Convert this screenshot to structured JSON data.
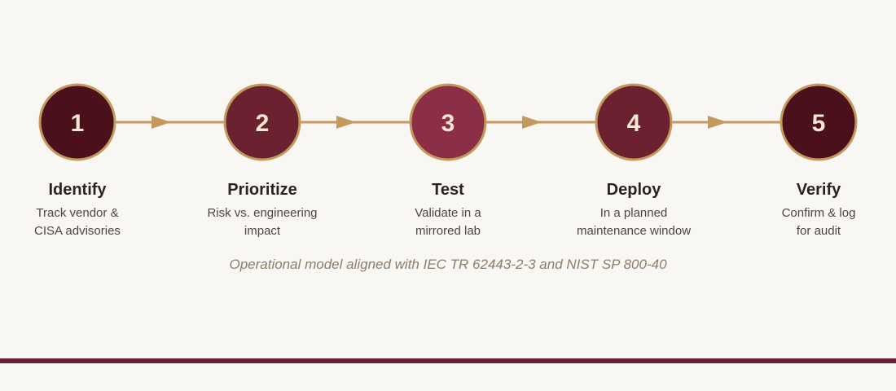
{
  "steps": [
    {
      "number": "1",
      "title": "Identify",
      "desc_line1": "Track vendor &",
      "desc_line2": "CISA advisories",
      "fill": "#4a111d"
    },
    {
      "number": "2",
      "title": "Prioritize",
      "desc_line1": "Risk vs. engineering",
      "desc_line2": "impact",
      "fill": "#6c2130"
    },
    {
      "number": "3",
      "title": "Test",
      "desc_line1": "Validate in a",
      "desc_line2": "mirrored lab",
      "fill": "#8a2f45"
    },
    {
      "number": "4",
      "title": "Deploy",
      "desc_line1": "In a planned",
      "desc_line2": "maintenance window",
      "fill": "#6c2130"
    },
    {
      "number": "5",
      "title": "Verify",
      "desc_line1": "Confirm & log",
      "desc_line2": "for audit",
      "fill": "#4a111d"
    }
  ],
  "caption": "Operational model aligned with IEC TR 62443-2-3 and NIST SP 800-40",
  "colors": {
    "background": "#f9f7f3",
    "connector": "#c49a5c",
    "circle_stroke": "#c49a5c",
    "number_text": "#f6e6d2",
    "bottom_rule": "#6c2130"
  }
}
